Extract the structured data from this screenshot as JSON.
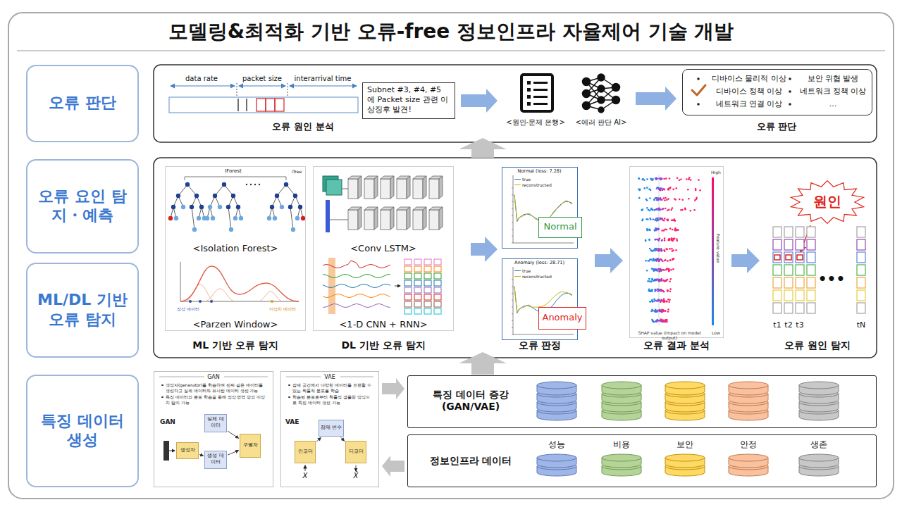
{
  "diagram": {
    "title": "모델링&최적화 기반 오류-free 정보인프라 자율제어 기술 개발",
    "nodes": [
      {
        "text": [
          "오류 판단"
        ]
      },
      {
        "text": [
          "오류 요인 탐지・예측"
        ]
      },
      {
        "text": [
          "ML/DL 기반 오류 탐지"
        ]
      },
      {
        "text": [
          "특징 데이터 생성"
        ]
      },
      {
        "text": [
          "Subnet #3, #4, #5 에 Packet size 관련 이상징후 발견!"
        ]
      },
      {
        "text": [
          "<원인-문제 은행>"
        ]
      },
      {
        "text": [
          "<에러 판단 AI>"
        ]
      },
      {
        "text": [
          "디바이스 물리적 이상",
          "보안 위협 발생",
          "디바이스 정책 이상",
          "네트워크 정책 이상",
          "네트워크 연결 이상",
          "…"
        ]
      },
      {
        "text": [
          "IForest",
          "iTree",
          "<Isolation Forest>",
          "정상 데이터",
          "이상치 데이터",
          "<Parzen Window>"
        ]
      },
      {
        "text": [
          "<Conv LSTM>",
          "<1-D CNN + RNN>"
        ]
      },
      {
        "text": [
          "Normal (loss: 7.28)"
        ]
      },
      {
        "text": [
          "Normal"
        ],
        "in": 10
      },
      {
        "text": [
          "Anomaly (loss: 28.71)"
        ]
      },
      {
        "text": [
          "Anomaly"
        ],
        "in": 12
      },
      {
        "text": [
          "High",
          "Feature value",
          "Low",
          "SHAP value (impact on model output)"
        ]
      },
      {
        "text": [
          "원인"
        ]
      },
      {
        "text": [
          "GAN",
          "생성자(generator)를 학습하여 진짜 같은 데이터를 생성하고 실제 데이터와 유사한 데이터 생성 가능",
          "특징 데이터의 분포 학습을 통해 정상 영역 밖의 이상치 탐지 가능",
          "GAN"
        ]
      },
      {
        "text": [
          "실제 데이터"
        ],
        "in": 16
      },
      {
        "text": [
          "생성자"
        ],
        "in": 16
      },
      {
        "text": [
          "생성 데이터"
        ],
        "in": 16
      },
      {
        "text": [
          "구별자"
        ],
        "in": 16
      },
      {
        "text": [
          "VAE",
          "잠재 공간에서 다양한 데이터를 표현할 수 있는 확률적 분포를 학습",
          "학습된 분포로부터 확률적 샘플링 방식으로 특징 데이터 생성 가능",
          "VAE"
        ]
      },
      {
        "text": [
          "잠재 변수"
        ],
        "in": 21
      },
      {
        "text": [
          "인코더"
        ],
        "in": 21
      },
      {
        "text": [
          "디코더"
        ],
        "in": 21
      },
      {
        "text": [
          "특징 데이터 증강 (GAN/VAE)"
        ]
      },
      {
        "text": [
          "정보인프라 데이터"
        ]
      }
    ],
    "edges": [
      {
        "from": 4,
        "to": 5,
        "arrow": "to"
      },
      {
        "from": 6,
        "to": 7,
        "arrow": "to"
      },
      {
        "from": 18,
        "to": 19,
        "arrow": "to"
      },
      {
        "from": 19,
        "to": 20,
        "arrow": "to"
      },
      {
        "from": 17,
        "to": 20,
        "arrow": "to"
      },
      {
        "from": 23,
        "to": 22,
        "arrow": "to"
      },
      {
        "from": 22,
        "to": 24,
        "arrow": "to"
      },
      {
        "from": 26,
        "to": 21,
        "arrow": "to"
      },
      {
        "from": 21,
        "to": 25,
        "arrow": "to"
      }
    ],
    "labels": [
      "data rate",
      "packet size",
      "interarrival time",
      "오류 원인 분석",
      "오류 판단",
      "ML 기반 오류 탐지",
      "DL 기반 오류 탐지",
      "오류 판정",
      "오류 결과 분석",
      "오류 원인 탐지",
      "•••",
      "t1",
      "t2",
      "t3",
      "tN",
      "X",
      "X̂",
      "성능",
      "비용",
      "보안",
      "안정",
      "생존"
    ],
    "legend": [
      {
        "text": "true"
      },
      {
        "text": "reconstructed"
      },
      {
        "text": "true"
      },
      {
        "text": "reconstructed"
      }
    ]
  }
}
